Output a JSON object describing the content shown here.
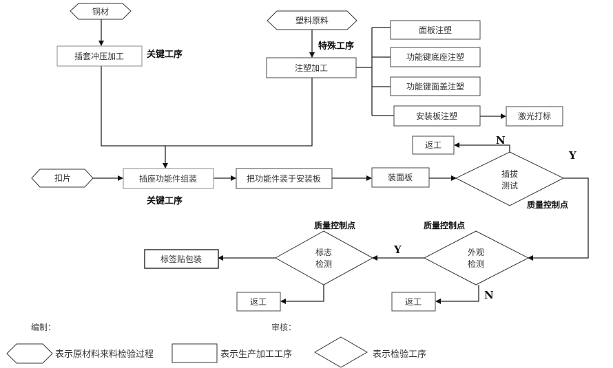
{
  "raw_materials": {
    "copper": "铜材",
    "plastic": "塑料原料",
    "clip": "扣片"
  },
  "processes": {
    "stamping": "插套冲压加工",
    "injection": "注塑加工",
    "panel_mold": "面板注塑",
    "key_base_mold": "功能键底座注塑",
    "key_cover_mold": "功能键面盖注塑",
    "plate_mold": "安装板注塑",
    "laser": "激光打标",
    "socket_assembly": "插座功能件组装",
    "mount_parts": "把功能件装于安装板",
    "install_panel": "装面板",
    "label_pack": "标签贴包装",
    "rework": "返工"
  },
  "inspections": {
    "plug_test_line1": "插拔",
    "plug_test_line2": "测试",
    "visual_line1": "外观",
    "visual_line2": "检测",
    "marking_line1": "标志",
    "marking_line2": "检测"
  },
  "annotations": {
    "key_process": "关键工序",
    "special_process": "特殊工序",
    "quality_point": "质量控制点",
    "yes": "Y",
    "no": "N"
  },
  "footer": {
    "compiled_by": "编制：",
    "reviewed_by": "审核："
  },
  "legend": {
    "raw_material": "表示原材料来料检验过程",
    "process": "表示生产加工工序",
    "inspection": "表示检验工序"
  }
}
